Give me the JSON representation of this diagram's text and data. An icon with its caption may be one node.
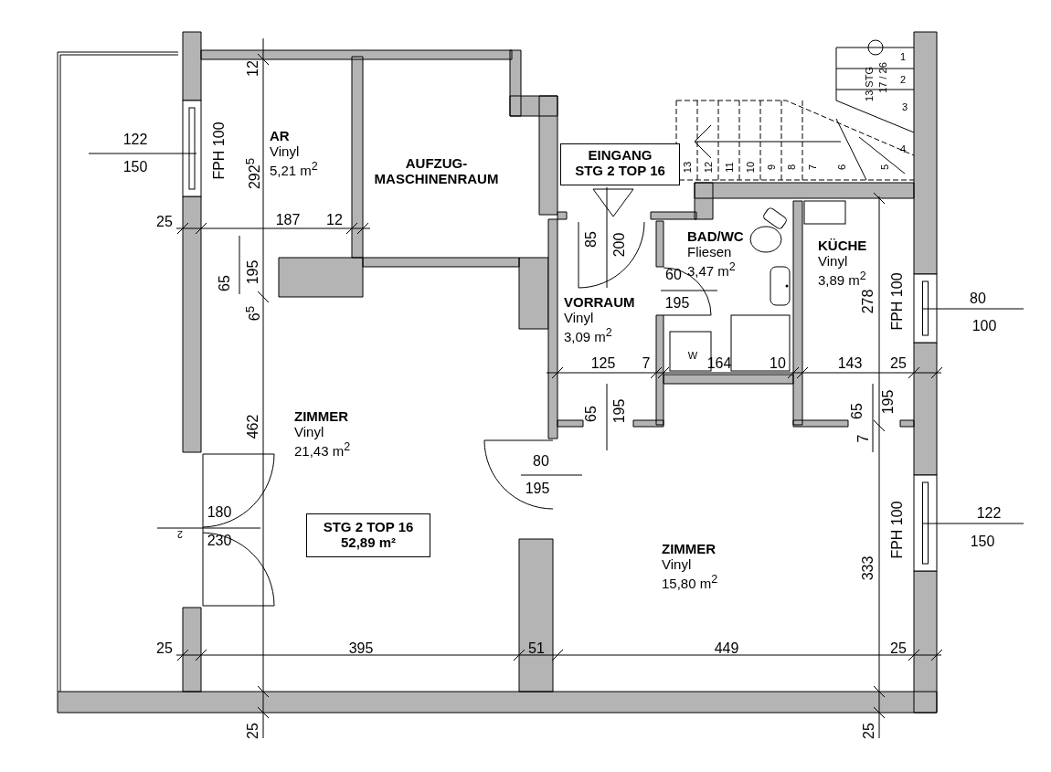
{
  "diagram": {
    "nodes": [
      {
        "text": [
          "AR",
          "Vinyl",
          "5,21 m$^{2}$"
        ]
      },
      {
        "text": [
          "AUFZUG- MASCHINENRAUM"
        ]
      },
      {
        "text": [
          "EINGANG STG 2 TOP 16"
        ]
      },
      {
        "text": [
          "BAD/WC",
          "Fliesen",
          "3,47 m$^{2}$"
        ]
      },
      {
        "text": [
          "KÜCHE",
          "Vinyl",
          "3,89 m$^{2}$"
        ]
      },
      {
        "text": [
          "VORRAUM",
          "Vinyl",
          "3,09 m$^{2}$"
        ]
      },
      {
        "text": [
          "ZIMMER",
          "Vinyl",
          "21,43 m$^{2}$"
        ]
      },
      {
        "text": [
          "STG 2 TOP 16 52,89 m²"
        ],
        "in": 6
      },
      {
        "text": [
          "ZIMMER",
          "Vinyl",
          "15,80 m$^{2}$"
        ]
      }
    ],
    "edges": [],
    "labels": [
      "1",
      "2",
      "13 STG",
      "17 / 26",
      "12",
      "3",
      "122",
      "FPH 100",
      "4",
      "150",
      "292$^{5}$",
      "13",
      "12",
      "11",
      "10",
      "9",
      "8",
      "7",
      "6",
      "5",
      "25",
      "187",
      "12",
      "85",
      "200",
      "60",
      "65",
      "195",
      "278",
      "FPH 100",
      "80",
      "195",
      "6$^{5}$",
      "100",
      "W",
      "125",
      "7",
      "164",
      "10",
      "143",
      "25",
      "195",
      "65",
      "195",
      "65",
      "7",
      "462",
      "80",
      "195",
      "180",
      "122",
      "2",
      "230",
      "150",
      "FPH 100",
      "333",
      "25",
      "395",
      "51",
      "449",
      "25",
      "25",
      "25"
    ]
  }
}
